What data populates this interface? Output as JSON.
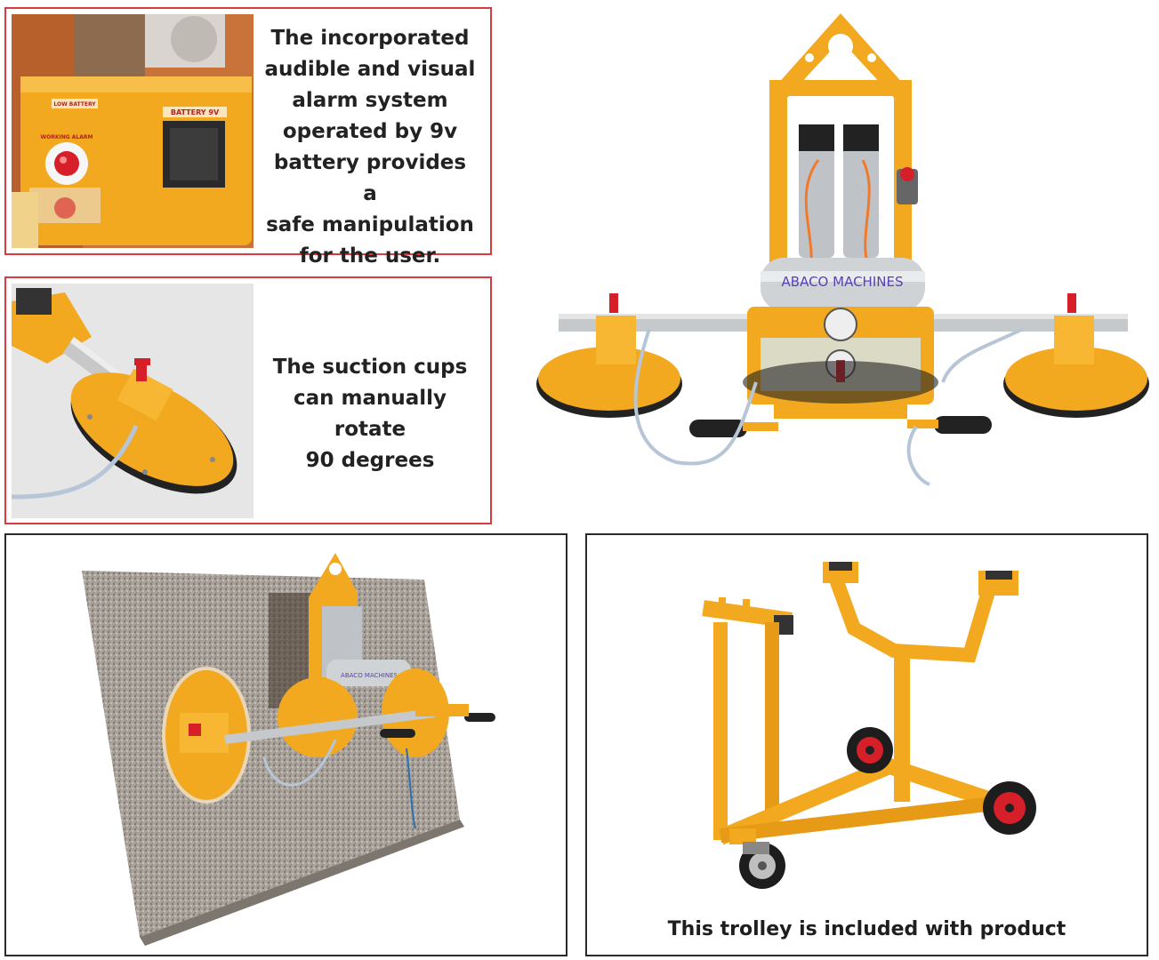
{
  "panels": {
    "alarm": {
      "caption_lines": [
        "The incorporated",
        "audible and visual",
        "alarm system",
        "operated by 9v",
        "battery provides a",
        "safe manipulation",
        "for the user."
      ],
      "label_low_battery": "LOW BATTERY",
      "label_battery": "BATTERY 9V",
      "label_working": "WORKING ALARM"
    },
    "rotate": {
      "caption_lines": [
        "The suction cups",
        "can manually rotate",
        "90 degrees"
      ]
    },
    "main_product": {
      "brand_label": "ABACO MACHINES"
    },
    "slab": {
      "brand_label": "ABACO MACHINES"
    },
    "trolley": {
      "caption": "This trolley is included with product"
    }
  },
  "colors": {
    "accent_red": "#d93a3d",
    "frame_dark": "#2b2b2b",
    "machine_yellow": "#f2a81f"
  }
}
